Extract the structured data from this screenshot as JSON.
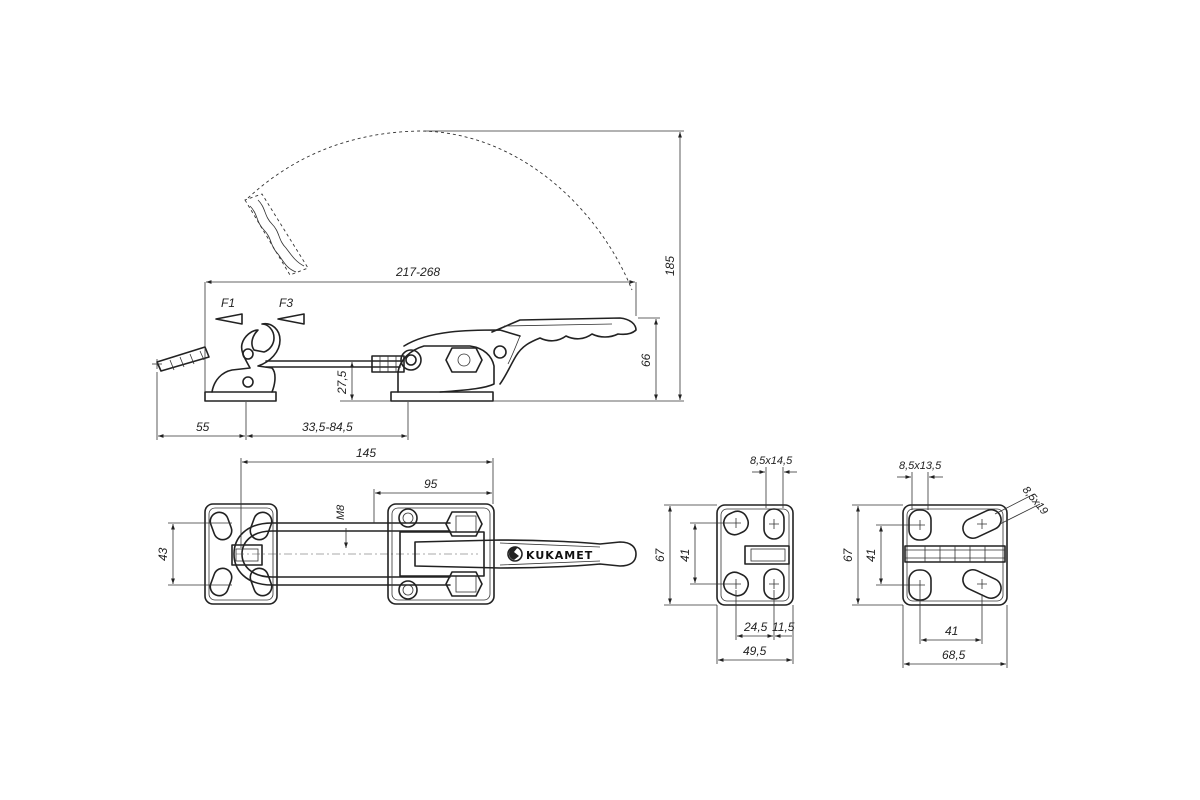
{
  "brand": "KUKAMET",
  "forces": {
    "f1": "F1",
    "f3": "F3"
  },
  "side_view": {
    "total_length": "217-268",
    "swing_height": "185",
    "handle_height": "66",
    "base_height": "27,5",
    "hook_offset": "55",
    "adjust_range": "33,5-84,5"
  },
  "top_view": {
    "overall_length": "145",
    "clamp_length": "95",
    "thread": "M8",
    "plate_height": "43"
  },
  "clamp_bracket": {
    "slot": "8,5x14,5",
    "height": "67",
    "hole_spacing_v": "41",
    "hole_spacing_a": "24,5",
    "hole_spacing_b": "11,5",
    "width": "49,5"
  },
  "hook_bracket": {
    "slot": "8,5x13,5",
    "slot_angled": "8,5x19",
    "height": "67",
    "hole_spacing_v": "41",
    "hole_spacing_h": "41",
    "width": "68,5"
  }
}
